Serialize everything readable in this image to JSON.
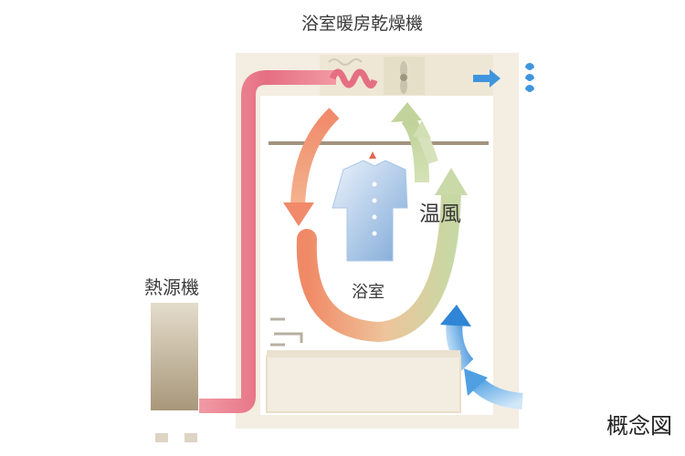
{
  "diagram": {
    "title": "浴室暖房乾燥機",
    "heat_source_label": "熱源機",
    "warm_air_label": "温風",
    "bathroom_label": "浴室",
    "caption": "概念図",
    "colors": {
      "wall": "#f4ede2",
      "room": "#ffffff",
      "pipe": "#e97a8b",
      "warm_air": "#ee9a6e",
      "cool_air": "#c9d9a8",
      "outside_air": "#3f95dd",
      "heater": "#b9a88c",
      "shirt": "#a9c6e6"
    }
  }
}
